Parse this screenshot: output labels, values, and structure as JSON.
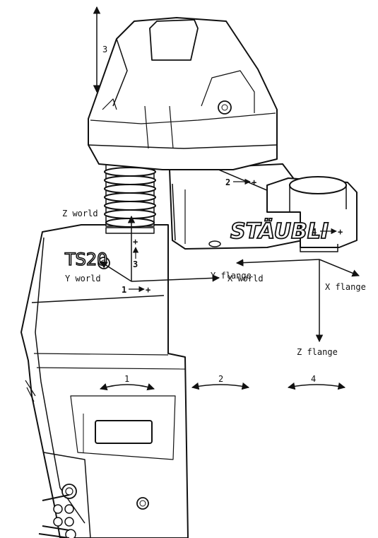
{
  "diagram": {
    "brand": "STÄUBLI",
    "model": "TS20",
    "labels": {
      "axis3_vertical": "3",
      "z_world": "Z world",
      "y_world": "Y world",
      "x_world": "X world",
      "y_flange": "Y flange",
      "x_flange": "X flange",
      "z_flange": "Z flange",
      "rot1": "1",
      "rot2": "2",
      "rot4": "4"
    },
    "joint_markers": {
      "j1": "1",
      "j2": "2",
      "j3": "3",
      "j4": "4",
      "plus": "+"
    }
  }
}
